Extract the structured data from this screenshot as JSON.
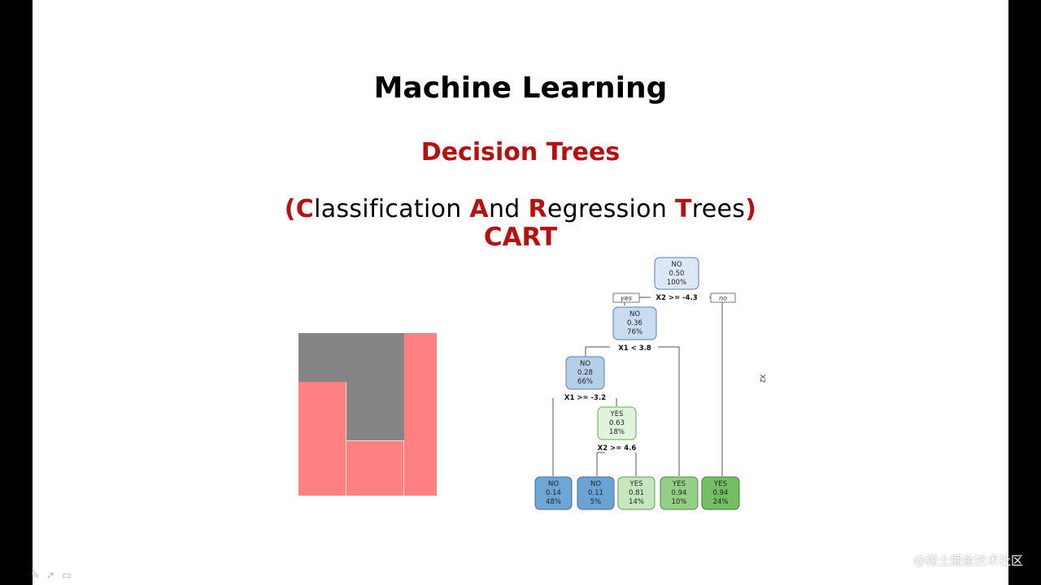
{
  "slide": {
    "title": "Machine Learning",
    "subtitle": "Decision Trees",
    "expansion": [
      {
        "text": "(",
        "red": true
      },
      {
        "text": "C",
        "red": true
      },
      {
        "text": "lassification ",
        "red": false
      },
      {
        "text": "A",
        "red": true
      },
      {
        "text": "nd ",
        "red": false
      },
      {
        "text": "R",
        "red": true
      },
      {
        "text": "egression ",
        "red": false
      },
      {
        "text": "T",
        "red": true
      },
      {
        "text": "rees",
        "red": false
      },
      {
        "text": ")",
        "red": true
      }
    ],
    "acronym": "CART"
  },
  "tree": {
    "branch_labels": {
      "yes": "yes",
      "no": "no"
    },
    "axis_label": "X2",
    "nodes": [
      {
        "id": "root",
        "class": "NO",
        "prob": "0.50",
        "pct": "100%",
        "split": "X2 >= -4.3",
        "fill": "#dde8f6",
        "stroke": "#5a7fb0"
      },
      {
        "id": "n2",
        "class": "NO",
        "prob": "0.36",
        "pct": "76%",
        "split": "X1 < 3.8",
        "fill": "#c9dcf0",
        "stroke": "#5a7fb0"
      },
      {
        "id": "n3",
        "class": "NO",
        "prob": "0.28",
        "pct": "66%",
        "split": "X1 >= -3.2",
        "fill": "#b6cfe9",
        "stroke": "#5a7fb0"
      },
      {
        "id": "n4",
        "class": "YES",
        "prob": "0.63",
        "pct": "18%",
        "split": "X2 >= 4.6",
        "fill": "#e2f3dc",
        "stroke": "#6aa85c"
      },
      {
        "id": "l1",
        "class": "NO",
        "prob": "0.14",
        "pct": "48%",
        "split": "",
        "fill": "#6ea7d6",
        "stroke": "#3d6d9c"
      },
      {
        "id": "l2",
        "class": "NO",
        "prob": "0.11",
        "pct": "5%",
        "split": "",
        "fill": "#6aa3d4",
        "stroke": "#3d6d9c"
      },
      {
        "id": "l3",
        "class": "YES",
        "prob": "0.81",
        "pct": "14%",
        "split": "",
        "fill": "#c6e6bd",
        "stroke": "#5f9a52"
      },
      {
        "id": "l4",
        "class": "YES",
        "prob": "0.94",
        "pct": "10%",
        "split": "",
        "fill": "#93cf85",
        "stroke": "#4f8a42"
      },
      {
        "id": "l5",
        "class": "YES",
        "prob": "0.94",
        "pct": "24%",
        "split": "",
        "fill": "#74bf66",
        "stroke": "#3f7a32"
      }
    ]
  },
  "partition": {
    "colors": {
      "class_no": "#858585",
      "class_yes": "#ff8080"
    }
  },
  "watermark": "@稀土掘金技术社区",
  "player": {
    "icons": [
      "pencil-icon",
      "cursor-icon",
      "video-icon"
    ]
  }
}
